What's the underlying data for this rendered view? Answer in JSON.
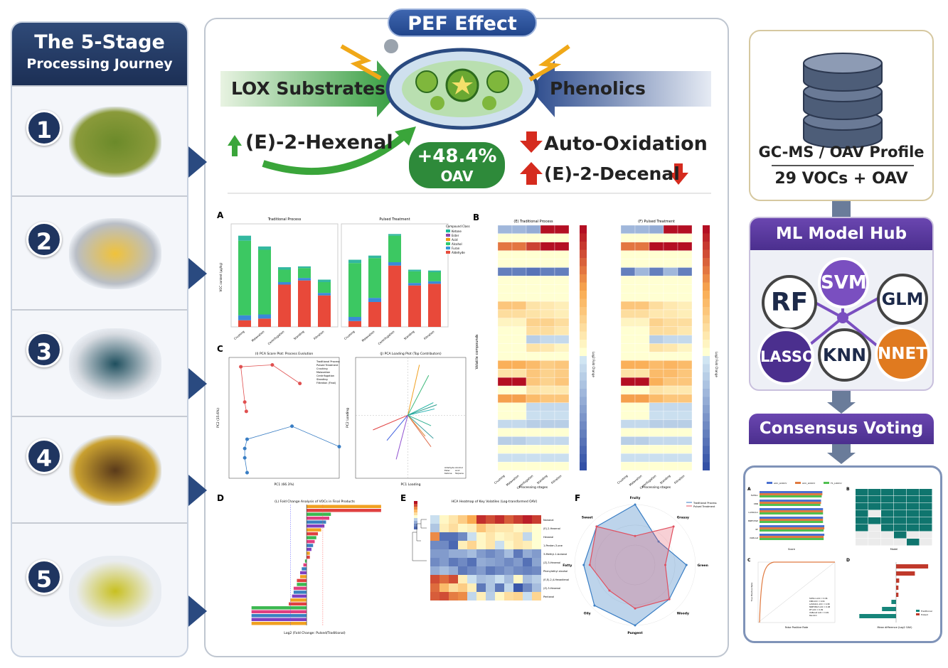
{
  "left": {
    "title": "The 5-Stage",
    "subtitle": "Processing Journey",
    "stages": [
      {
        "num": "1"
      },
      {
        "num": "2"
      },
      {
        "num": "3"
      },
      {
        "num": "4"
      },
      {
        "num": "5"
      }
    ]
  },
  "center": {
    "pef": "PEF Effect",
    "lox": "LOX Substrates",
    "phenolics": "Phenolics",
    "hexenal": "(E)-2-Hexenal",
    "oav_pct": "+48.4%",
    "oav": "OAV",
    "autoox": "Auto-Oxidation",
    "decenal": "(E)-2-Decenal"
  },
  "right": {
    "gc_line1": "GC-MS / OAV Profile",
    "gc_line2": "29 VOCs + OAV",
    "hub": "ML Model Hub",
    "models": [
      "RF",
      "SVM",
      "GLM",
      "LASSO",
      "KNN",
      "NNET"
    ],
    "consensus": "Consensus Voting"
  },
  "colors": {
    "navy": "#1f3560",
    "purple": "#5a3a9e",
    "orange": "#e07a1f",
    "red": "#d73a2e",
    "green": "#2fb04a"
  },
  "chart_data": [
    {
      "id": "A",
      "type": "bar",
      "stacked": true,
      "panel_label": "A",
      "titles": [
        "Traditional Process",
        "Pulsed Treatment"
      ],
      "ylabel": "VOC content (µg/kg)",
      "categories": [
        "Crushing",
        "Malaxation",
        "Centrifugation",
        "Standing",
        "Filtration"
      ],
      "ylim": [
        0,
        12000
      ],
      "legend_title": "Compound Class",
      "legend": [
        "Ketone",
        "Ester",
        "Acid",
        "Alcohol",
        "Furan",
        "Aldehyde"
      ],
      "series_traditional": {
        "Aldehyde": [
          800,
          1000,
          5100,
          5600,
          3800
        ],
        "Furan": [
          600,
          500,
          300,
          300,
          300
        ],
        "Alcohol": [
          9000,
          7800,
          1500,
          1200,
          1300
        ],
        "Other": [
          600,
          400,
          300,
          200,
          300
        ]
      },
      "series_pulsed": {
        "Aldehyde": [
          700,
          3000,
          7400,
          5000,
          5200
        ],
        "Furan": [
          500,
          500,
          400,
          300,
          300
        ],
        "Alcohol": [
          6500,
          4800,
          3200,
          1400,
          1100
        ],
        "Other": [
          400,
          300,
          200,
          200,
          200
        ]
      }
    },
    {
      "id": "B",
      "type": "heatmap",
      "panel_label": "B",
      "titles": [
        "(E) Traditional Process",
        "(F) Pulsed Treatment"
      ],
      "xlabel": "Processing stages",
      "ylabel": "Volatile compounds",
      "colorbar": "Log2 Fold Change",
      "categories": [
        "Crushing",
        "Malaxation",
        "Centrifugation",
        "Standing",
        "Filtration"
      ],
      "traditional": [
        [
          -1,
          -1,
          -1.2,
          3,
          3
        ],
        [
          0,
          0,
          0,
          0,
          0
        ],
        [
          2,
          2,
          2.5,
          3,
          3
        ],
        [
          0,
          0,
          0,
          0,
          0
        ],
        [
          0,
          0,
          0,
          0,
          0
        ],
        [
          -2,
          -2,
          -2.2,
          -2,
          -2
        ],
        [
          0,
          0,
          0,
          0,
          0
        ],
        [
          0,
          0,
          0,
          0,
          0
        ],
        [
          0,
          0,
          0,
          0,
          0
        ],
        [
          1,
          1,
          0.5,
          0.4,
          0.3
        ],
        [
          0.6,
          0.6,
          0.5,
          0.4,
          0.3
        ],
        [
          0.2,
          0.2,
          0.8,
          0.8,
          0.6
        ],
        [
          0,
          0,
          0.6,
          0.6,
          0.4
        ],
        [
          0,
          0,
          -0.6,
          -0.4,
          -0.4
        ],
        [
          0,
          0,
          0.5,
          0.4,
          0.2
        ],
        [
          0,
          0,
          0,
          0,
          0
        ],
        [
          1.4,
          1.4,
          1.2,
          0.9,
          1
        ],
        [
          0.5,
          0.5,
          1,
          0.8,
          0.9
        ],
        [
          3,
          3,
          1,
          0.8,
          1
        ],
        [
          0,
          0,
          0.5,
          0.4,
          0.4
        ],
        [
          1.6,
          1.6,
          1.2,
          1,
          1
        ],
        [
          0,
          0,
          -0.4,
          -0.4,
          -0.4
        ],
        [
          0,
          0,
          -0.3,
          -0.3,
          -0.3
        ],
        [
          -0.4,
          -0.4,
          -0.6,
          -0.6,
          -0.6
        ],
        [
          0,
          0,
          0,
          0,
          0
        ],
        [
          -0.6,
          -0.6,
          -0.4,
          -0.4,
          -0.4
        ],
        [
          0,
          0,
          0,
          0,
          0
        ],
        [
          -0.3,
          -0.3,
          -0.3,
          -0.3,
          -0.3
        ],
        [
          0,
          0,
          0,
          0,
          0
        ]
      ],
      "pulsed": [
        [
          -1,
          -1,
          -1.2,
          3,
          3
        ],
        [
          0,
          0,
          0,
          0,
          0
        ],
        [
          2,
          2,
          3,
          3,
          3
        ],
        [
          0,
          0,
          0,
          0,
          0
        ],
        [
          0,
          0,
          0,
          0,
          0
        ],
        [
          -2,
          -1,
          -2,
          -1,
          -2
        ],
        [
          0,
          0,
          0,
          0,
          0
        ],
        [
          0,
          0,
          0,
          0,
          0
        ],
        [
          0,
          0,
          0,
          0,
          0
        ],
        [
          1,
          1,
          0.6,
          0.4,
          0.3
        ],
        [
          0.6,
          0.6,
          0.4,
          0.4,
          0.3
        ],
        [
          0.2,
          0.2,
          0.8,
          0.6,
          0.6
        ],
        [
          0,
          0,
          0.6,
          0.6,
          0.4
        ],
        [
          0,
          0,
          -0.6,
          -0.4,
          -0.4
        ],
        [
          0,
          0,
          0.5,
          0.4,
          0.2
        ],
        [
          0,
          0,
          0,
          0,
          0
        ],
        [
          1.4,
          1.4,
          1.2,
          1.3,
          1.2
        ],
        [
          0.5,
          0.5,
          1.2,
          1.2,
          1
        ],
        [
          3,
          3,
          1.4,
          1,
          1
        ],
        [
          0,
          0,
          0.5,
          0.4,
          0.4
        ],
        [
          1.6,
          1.6,
          1.2,
          1,
          1
        ],
        [
          0,
          0,
          -0.4,
          -0.4,
          -0.4
        ],
        [
          0,
          0,
          -0.3,
          -0.3,
          -0.3
        ],
        [
          -0.4,
          -0.4,
          -0.6,
          -0.6,
          -0.6
        ],
        [
          0,
          0,
          0,
          0,
          0
        ],
        [
          -0.6,
          -0.6,
          -0.4,
          -0.4,
          -0.4
        ],
        [
          0,
          0,
          0,
          0,
          0
        ],
        [
          -0.3,
          -0.3,
          -0.3,
          -0.3,
          -0.3
        ],
        [
          0,
          0,
          0,
          0,
          0
        ]
      ]
    },
    {
      "id": "C1",
      "type": "scatter",
      "panel_label": "C",
      "title": "(I) PCA Score Plot: Process Evolution",
      "xlabel": "PC1 (66.3%)",
      "ylabel": "PC2 (15.6%)",
      "xlim": [
        -4,
        10
      ],
      "ylim": [
        -3.3,
        3.2
      ],
      "legend": [
        "Traditional Process",
        "Pulsed Treatment",
        "Crushing",
        "Malaxation",
        "Centrifugation",
        "Standing",
        "Filtration (Final)"
      ],
      "traditional": [
        [
          -1.7,
          -3
        ],
        [
          -2,
          -2.2
        ],
        [
          -2,
          -1.7
        ],
        [
          -1.7,
          -1.2
        ],
        [
          4,
          -0.5
        ],
        [
          10,
          -1.6
        ]
      ],
      "pulsed": [
        [
          -1.8,
          0.3
        ],
        [
          -2,
          0.8
        ],
        [
          -2.5,
          2.7
        ],
        [
          1.5,
          2.8
        ],
        [
          5,
          1.8
        ]
      ]
    },
    {
      "id": "C2",
      "type": "scatter",
      "title": "(J) PCA Loading Plot (Top Contributors)",
      "xlabel": "PC1 Loading",
      "ylabel": "PC2 Loading",
      "xlim": [
        -0.45,
        0.5
      ],
      "ylim": [
        -0.6,
        0.55
      ],
      "legend": [
        "Aldehyde",
        "Alcohol",
        "Ester",
        "Acid",
        "Ketone",
        "Terpene"
      ],
      "vectors": [
        [
          0.1,
          0.48
        ],
        [
          0.18,
          0.38
        ],
        [
          0.22,
          0.12
        ],
        [
          0.25,
          0.1
        ],
        [
          0.23,
          0.06
        ],
        [
          -0.3,
          -0.14
        ],
        [
          -0.18,
          -0.24
        ],
        [
          -0.1,
          -0.42
        ],
        [
          0.2,
          -0.3
        ],
        [
          0.15,
          -0.2
        ],
        [
          0.22,
          -0.22
        ],
        [
          0.2,
          -0.1
        ]
      ]
    },
    {
      "id": "D",
      "type": "bar",
      "orientation": "horizontal",
      "panel_label": "D",
      "title": "(L) Fold Change Analysis of VOCs in Final Products",
      "xlabel": "Log2 (Fold Change: Pulsed/Traditional)",
      "xlim": [
        -4,
        5
      ],
      "values": [
        4.6,
        4.6,
        1.5,
        1.4,
        1.2,
        1.1,
        0.9,
        0.7,
        0.6,
        0.5,
        0.4,
        0.3,
        0.2,
        0.2,
        -0.1,
        -0.2,
        -0.3,
        -0.4,
        -0.4,
        -0.6,
        -0.6,
        -0.8,
        -0.8,
        -0.9,
        -1,
        -1.1,
        -3.4,
        -3.4,
        -3.4,
        -3.4,
        -3.4
      ]
    },
    {
      "id": "E",
      "type": "heatmap",
      "panel_label": "E",
      "title": "HCA Heatmap of Key Volatiles (Log-transformed OAV)",
      "rows": [
        "Nonanal",
        "(E)-2-Hexenal",
        "Hexanal",
        "1-Penten-3-one",
        "3-Methyl-1-butanol",
        "(Z)-3-Hexenol",
        "Phenylethyl alcohol",
        "(E,E)-2,4-Hexadienal",
        "(Z)-3-Hexenal",
        "Pentanal"
      ],
      "matrix": [
        [
          -0.2,
          0.1,
          0.3,
          0.6,
          1,
          1.8,
          1.6,
          1.8,
          1.5,
          1.7,
          1.9,
          1.7
        ],
        [
          -0.5,
          0.2,
          0.4,
          0.1,
          0.2,
          0.7,
          0.4,
          0.3,
          0.3,
          0.1,
          0.2,
          0
        ],
        [
          1.2,
          -1.5,
          -1.5,
          -1.2,
          -0.2,
          0.1,
          0.3,
          0.1,
          0.2,
          0.3,
          -0.3,
          0
        ],
        [
          -1.2,
          -1.2,
          -1.6,
          0.2,
          0.5,
          0.1,
          0.3,
          -0.2,
          0.1,
          0.3,
          0.2,
          0
        ],
        [
          -1,
          -1,
          -0.8,
          -0.8,
          -0.6,
          -1,
          -1.2,
          -1,
          -0.6,
          -1.4,
          -0.8,
          -1
        ],
        [
          -1.2,
          -1,
          -1.4,
          -1.2,
          -1.5,
          -0.8,
          -0.9,
          -1,
          -1.2,
          -1,
          -1.5,
          -0.9
        ],
        [
          -0.8,
          -0.6,
          -0.8,
          -1.4,
          -1.2,
          -1,
          -1.4,
          -1.2,
          -1,
          -1.2,
          -1.3,
          -1.2
        ],
        [
          1.6,
          1.4,
          1.6,
          0.2,
          -0.2,
          -0.6,
          -0.5,
          -0.2,
          -0.6,
          0.1,
          -0.6,
          -0.4
        ],
        [
          1.4,
          0.8,
          0.4,
          0.6,
          0.2,
          -1.4,
          -0.5,
          -1.4,
          -0.3,
          -1.8,
          -1.2,
          -0.6
        ],
        [
          1.5,
          1.6,
          1.3,
          1.2,
          -0.3,
          0.2,
          -0.4,
          0.1,
          0.4,
          0.5,
          -0.2,
          0.5
        ]
      ]
    },
    {
      "id": "F",
      "type": "radar",
      "panel_label": "F",
      "axes": [
        "Fruity",
        "Grassy",
        "Green",
        "Woody",
        "Pungent",
        "Oily",
        "Fatty",
        "Sweet"
      ],
      "series": [
        {
          "name": "Traditional Process",
          "values": [
            1.0,
            0.55,
            0.85,
            0.8,
            1.0,
            0.95,
            0.85,
            0.9
          ]
        },
        {
          "name": "Pulsed Treatment",
          "values": [
            0.48,
            0.9,
            0.5,
            0.8,
            0.72,
            0.6,
            0.75,
            0.9
          ]
        }
      ]
    },
    {
      "id": "RA",
      "type": "bar",
      "orientation": "horizontal",
      "panel_label": "A",
      "xlabel": "Score",
      "legend": [
        "AUC_LOOCV",
        "ACC_LOOCV",
        "F1_LOOCV"
      ],
      "categories": [
        "SVMLin",
        "KNN",
        "LASSO/L1",
        "NNET/MLP",
        "RF",
        "XGBoost"
      ],
      "values": [
        [
          0.96,
          0.96,
          0.95
        ],
        [
          0.94,
          0.94,
          0.93
        ],
        [
          0.97,
          0.97,
          0.97
        ],
        [
          0.97,
          0.97,
          0.97
        ],
        [
          0.99,
          0.99,
          0.98
        ],
        [
          0.99,
          0.98,
          0.98
        ]
      ]
    },
    {
      "id": "RB",
      "type": "heatmap",
      "panel_label": "B",
      "xlabel": "Model",
      "matrix": [
        [
          1,
          1,
          1,
          1,
          1,
          1
        ],
        [
          1,
          1,
          1,
          1,
          1,
          1
        ],
        [
          1,
          1,
          1,
          1,
          1,
          1
        ],
        [
          1,
          0,
          1,
          1,
          1,
          1
        ],
        [
          1,
          1,
          1,
          1,
          1,
          1
        ],
        [
          1,
          0,
          1,
          1,
          1,
          1
        ],
        [
          0,
          0,
          0,
          1,
          0,
          0
        ],
        [
          0,
          0,
          0,
          0,
          1,
          0
        ]
      ]
    },
    {
      "id": "RC",
      "type": "line",
      "panel_label": "C",
      "xlabel": "False Positive Rate",
      "ylabel": "True Positive Rate",
      "legend": [
        "SVMLin AUC = 0.96",
        "KNN AUC = 0.94",
        "LASSO/L1 AUC = 0.98",
        "NNET/MLP AUC = 0.98",
        "RF AUC = 0.99",
        "XGBoost AUC = 0.99",
        "Random"
      ]
    },
    {
      "id": "RD",
      "type": "bar",
      "orientation": "horizontal",
      "panel_label": "D",
      "xlabel": "Mean difference (Log2 OAV)",
      "legend": [
        "Traditional",
        "Pulsed"
      ],
      "values": [
        4.1,
        2.4,
        0.4,
        0.3,
        0.3,
        -0.6,
        -1.8,
        -4.7
      ]
    }
  ]
}
